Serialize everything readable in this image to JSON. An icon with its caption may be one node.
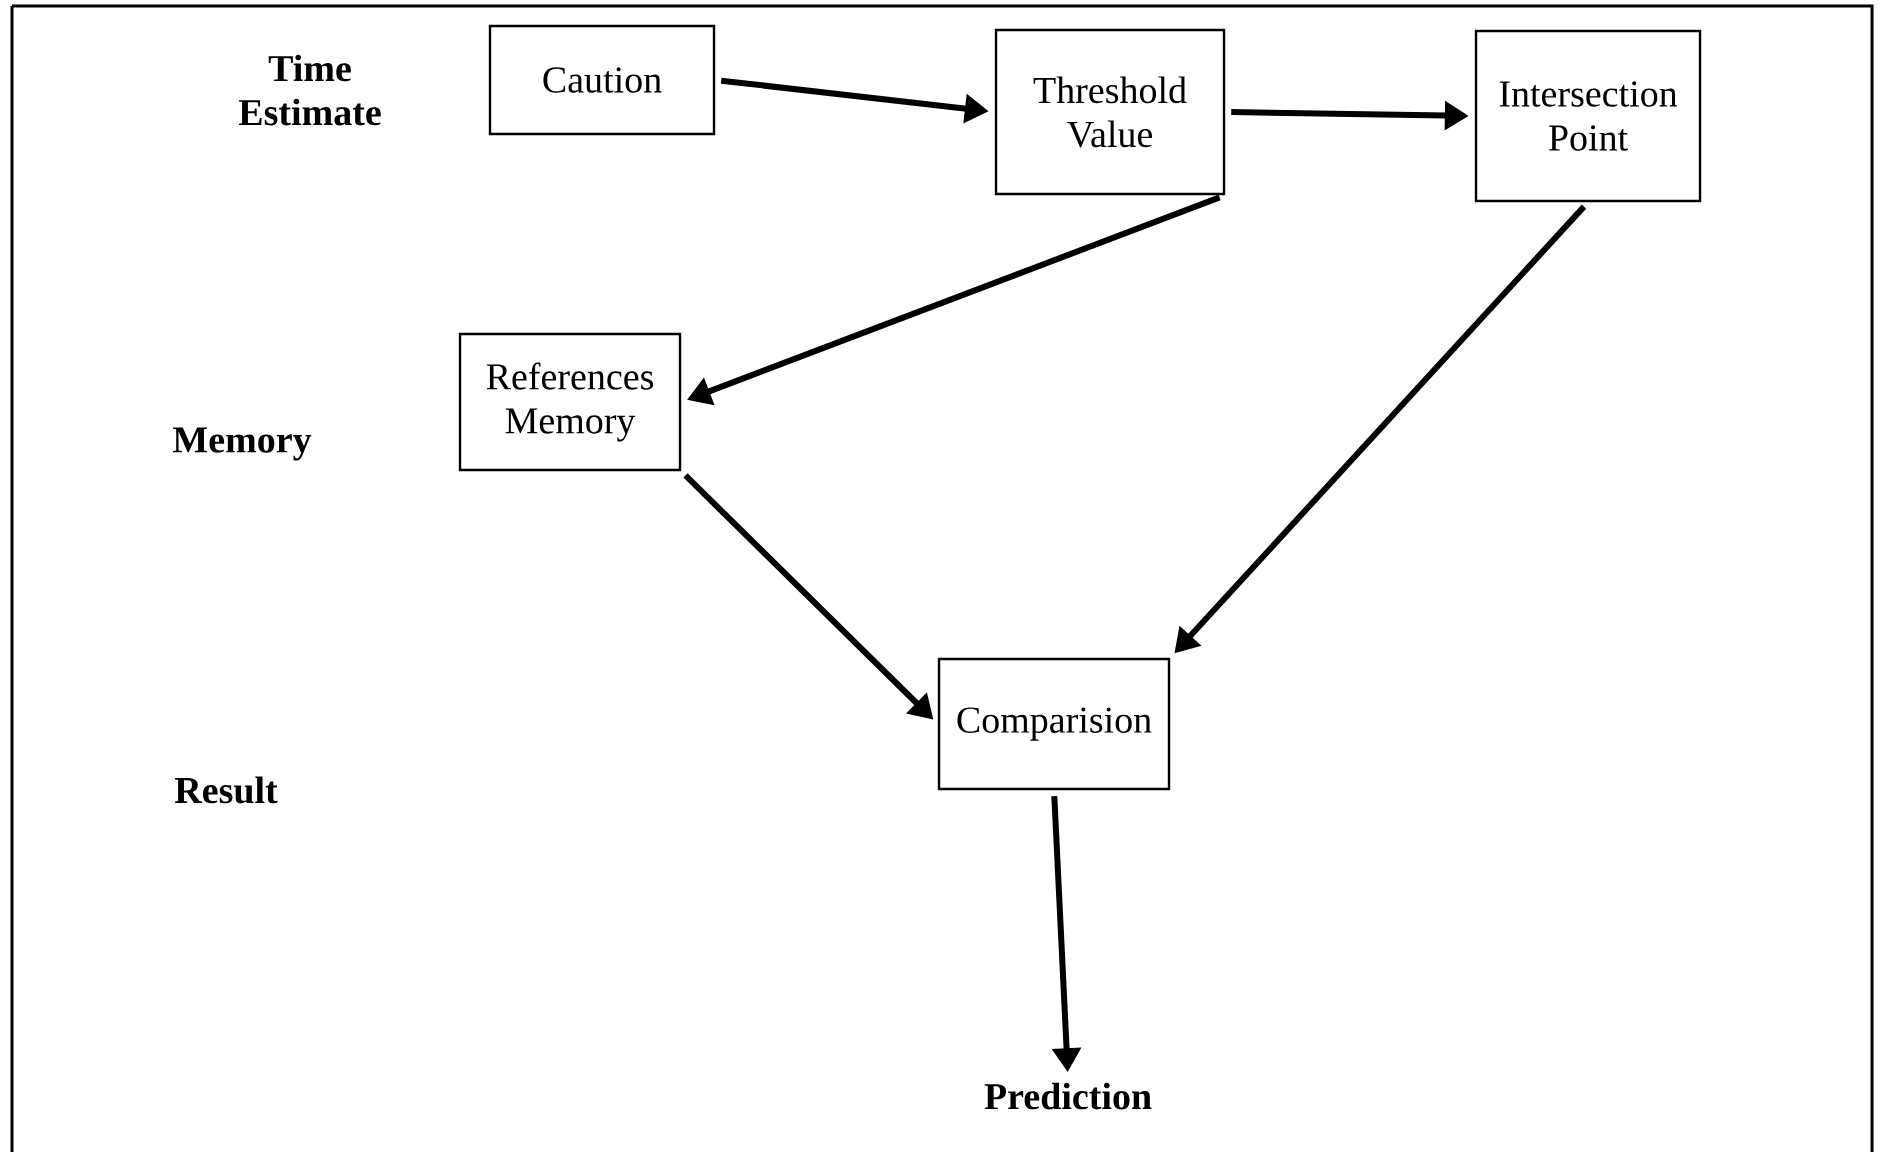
{
  "diagram": {
    "nodes": [
      {
        "text": [
          "Caution"
        ]
      },
      {
        "text": [
          "Threshold Value"
        ]
      },
      {
        "text": [
          "Intersection Point"
        ]
      },
      {
        "text": [
          "References Memory"
        ]
      },
      {
        "text": [
          "Comparision"
        ]
      },
      {
        "text": [
          "Prediction"
        ]
      }
    ],
    "edges": [
      {
        "from": 0,
        "to": 1,
        "arrow": "to"
      },
      {
        "from": 1,
        "to": 2,
        "arrow": "to"
      },
      {
        "from": 1,
        "to": 3,
        "arrow": "to"
      },
      {
        "from": 2,
        "to": 4,
        "arrow": "to"
      },
      {
        "from": 3,
        "to": 4,
        "arrow": "to"
      },
      {
        "from": 4,
        "to": 5,
        "arrow": "to"
      }
    ],
    "labels": [
      "Time Estimate",
      "Memory",
      "Result"
    ]
  }
}
